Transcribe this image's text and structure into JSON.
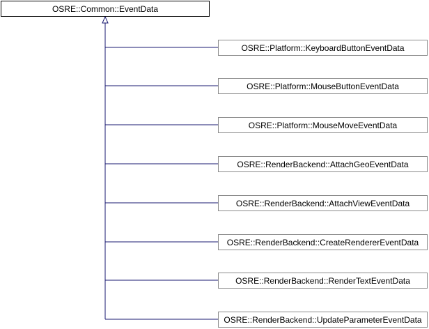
{
  "diagram": {
    "base_class": "OSRE::Common::EventData",
    "derived_classes": [
      "OSRE::Platform::KeyboardButtonEventData",
      "OSRE::Platform::MouseButtonEventData",
      "OSRE::Platform::MouseMoveEventData",
      "OSRE::RenderBackend::AttachGeoEventData",
      "OSRE::RenderBackend::AttachViewEventData",
      "OSRE::RenderBackend::CreateRendererEventData",
      "OSRE::RenderBackend::RenderTextEventData",
      "OSRE::RenderBackend::UpdateParameterEventData"
    ],
    "colors": {
      "edge": "#191970",
      "base_border": "#000000",
      "derived_border": "#8a8a8a",
      "background": "#ffffff"
    }
  }
}
